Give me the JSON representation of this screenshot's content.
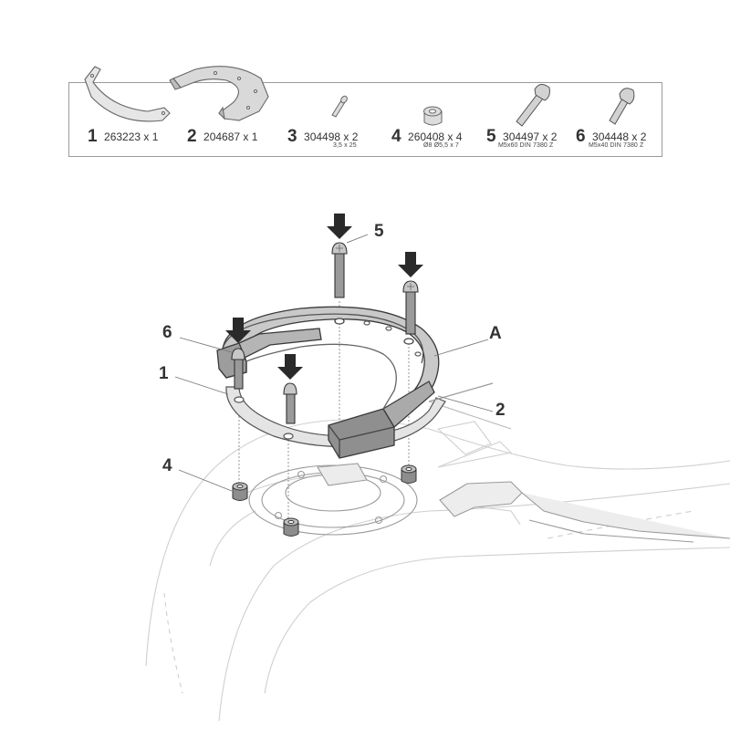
{
  "parts": [
    {
      "number": "1",
      "code": "263223 x 1",
      "spec": ""
    },
    {
      "number": "2",
      "code": "204687 x 1",
      "spec": ""
    },
    {
      "number": "3",
      "code": "304498 x 2",
      "spec": "3,5 x 25"
    },
    {
      "number": "4",
      "code": "260408 x 4",
      "spec": "Ø8 Ø5,5 x 7"
    },
    {
      "number": "5",
      "code": "304497 x 2",
      "spec": "M5x60 DIN 7380 Z"
    },
    {
      "number": "6",
      "code": "304448 x 2",
      "spec": "M5x40 DIN 7380 Z"
    }
  ],
  "callouts": {
    "five": "5",
    "six": "6",
    "one": "1",
    "a": "A",
    "two": "2",
    "four": "4"
  },
  "colors": {
    "line": "#555555",
    "part_fill": "#d6d6d6",
    "arrow": "#2a2a2a",
    "ghost": "#cfcfcf"
  }
}
